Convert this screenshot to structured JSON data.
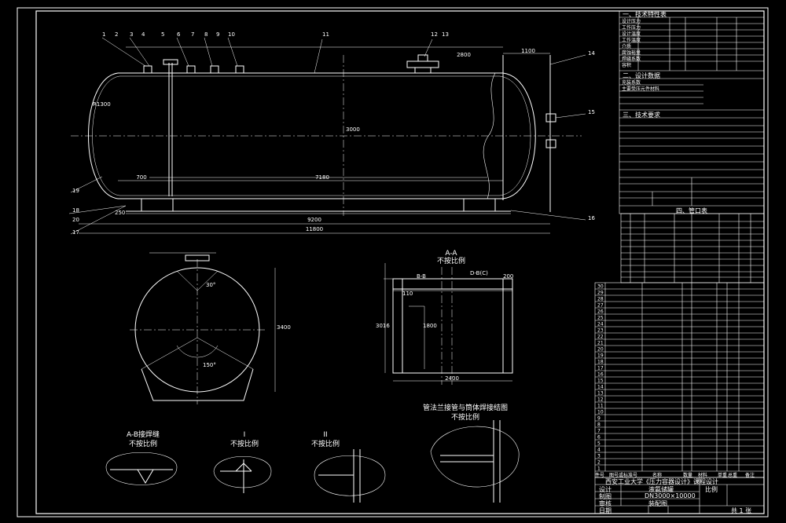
{
  "drawing": {
    "section_aa_title": "A-A",
    "section_aa_scale": "不按比例",
    "weld_a_title": "A-B接焊缝",
    "weld_a_scale": "不按比例",
    "detail_i_title": "I",
    "detail_i_scale": "不按比例",
    "detail_ii_title": "II",
    "detail_ii_scale": "不按比例",
    "detail_nozzle_title": "管法兰接管与筒体焊接结图",
    "detail_nozzle_scale": "不按比例"
  },
  "main_view": {
    "dim_total": "11800",
    "dim_body": "9200",
    "dim_support": "7180",
    "dim_left": "700",
    "dim_top_right": "1100",
    "dim_top_mid": "2800",
    "dim_height": "3000",
    "dim_head": "R1300",
    "dim_left_small": "250",
    "balloons": [
      "1",
      "2",
      "3",
      "4",
      "5",
      "6",
      "7",
      "8",
      "9",
      "10",
      "11",
      "12",
      "13",
      "14",
      "15",
      "16",
      "17",
      "18",
      "19",
      "20"
    ]
  },
  "end_view": {
    "dim_dia": "3400",
    "angle": "150°",
    "angle_top": "30°"
  },
  "section_view": {
    "dim_width": "2400",
    "dim_height": "1800",
    "dim_left": "110",
    "dim_right": "200",
    "dim_side": "3016",
    "label_left": "B-B",
    "label_right": "D-B(C)"
  },
  "title_block": {
    "school": "西安工业大学《压力容器设计》课程设计",
    "name": "液氨储罐",
    "spec": "DN3000×10000",
    "drawing": "装配图",
    "scale": "比例",
    "sheet": "共 1 张",
    "rows_labels": [
      "设计",
      "制图",
      "审核",
      "日期"
    ]
  },
  "tech_table": {
    "title": "一、技术特性表",
    "title2": "二、设计数据",
    "title3": "三、技术要求",
    "title4": "四、管口表",
    "rows": [
      "设计压力",
      "工作压力",
      "设计温度",
      "工作温度",
      "介质",
      "腐蚀裕量",
      "焊缝系数",
      "容积",
      "充装系数",
      "主要受压元件材料"
    ]
  },
  "parts_list": {
    "header": [
      "件号",
      "图号或标准号",
      "名称",
      "数量",
      "材料",
      "单重",
      "总重",
      "备注"
    ],
    "rows": [
      "30",
      "29",
      "28",
      "27",
      "26",
      "25",
      "24",
      "23",
      "22",
      "21",
      "20",
      "19",
      "18",
      "17",
      "16",
      "15",
      "14",
      "13",
      "12",
      "11",
      "10",
      "9",
      "8",
      "7",
      "6",
      "5",
      "4",
      "3",
      "2",
      "1"
    ]
  }
}
